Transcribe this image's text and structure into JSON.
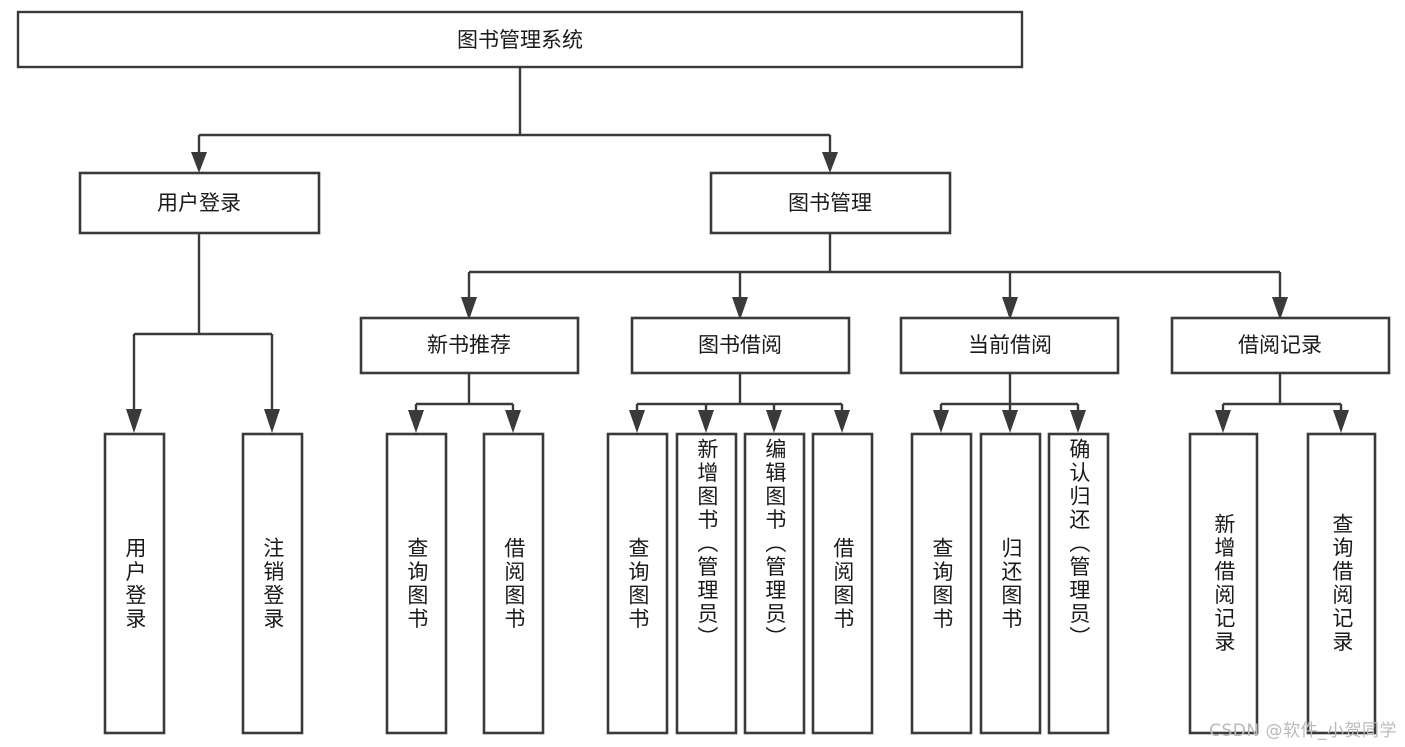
{
  "diagram": {
    "type": "tree",
    "title": "图书管理系统",
    "orientation": "top-down",
    "colors": {
      "box_fill": "#ffffff",
      "box_stroke": "#3a3a3a",
      "text": "#1a1a1a",
      "background": "#ffffff",
      "watermark": "#b9b9b9"
    },
    "root": {
      "label": "图书管理系统"
    },
    "level2": [
      {
        "label": "用户登录"
      },
      {
        "label": "图书管理"
      }
    ],
    "level3": [
      {
        "label": "新书推荐"
      },
      {
        "label": "图书借阅"
      },
      {
        "label": "当前借阅"
      },
      {
        "label": "借阅记录"
      }
    ],
    "leaves": {
      "user_login": [
        {
          "label": "用户登录"
        },
        {
          "label": "注销登录"
        }
      ],
      "new_book": [
        {
          "label": "查询图书"
        },
        {
          "label": "借阅图书"
        }
      ],
      "book_borrow": [
        {
          "label": "查询图书"
        },
        {
          "label": "新增图书（管理员）"
        },
        {
          "label": "编辑图书（管理员）"
        },
        {
          "label": "借阅图书"
        }
      ],
      "current_borrow": [
        {
          "label": "查询图书"
        },
        {
          "label": "归还图书"
        },
        {
          "label": "确认归还（管理员）"
        }
      ],
      "borrow_record": [
        {
          "label": "新增借阅记录"
        },
        {
          "label": "查询借阅记录"
        }
      ]
    }
  },
  "watermark": {
    "text": "CSDN @软件_小贺同学"
  }
}
